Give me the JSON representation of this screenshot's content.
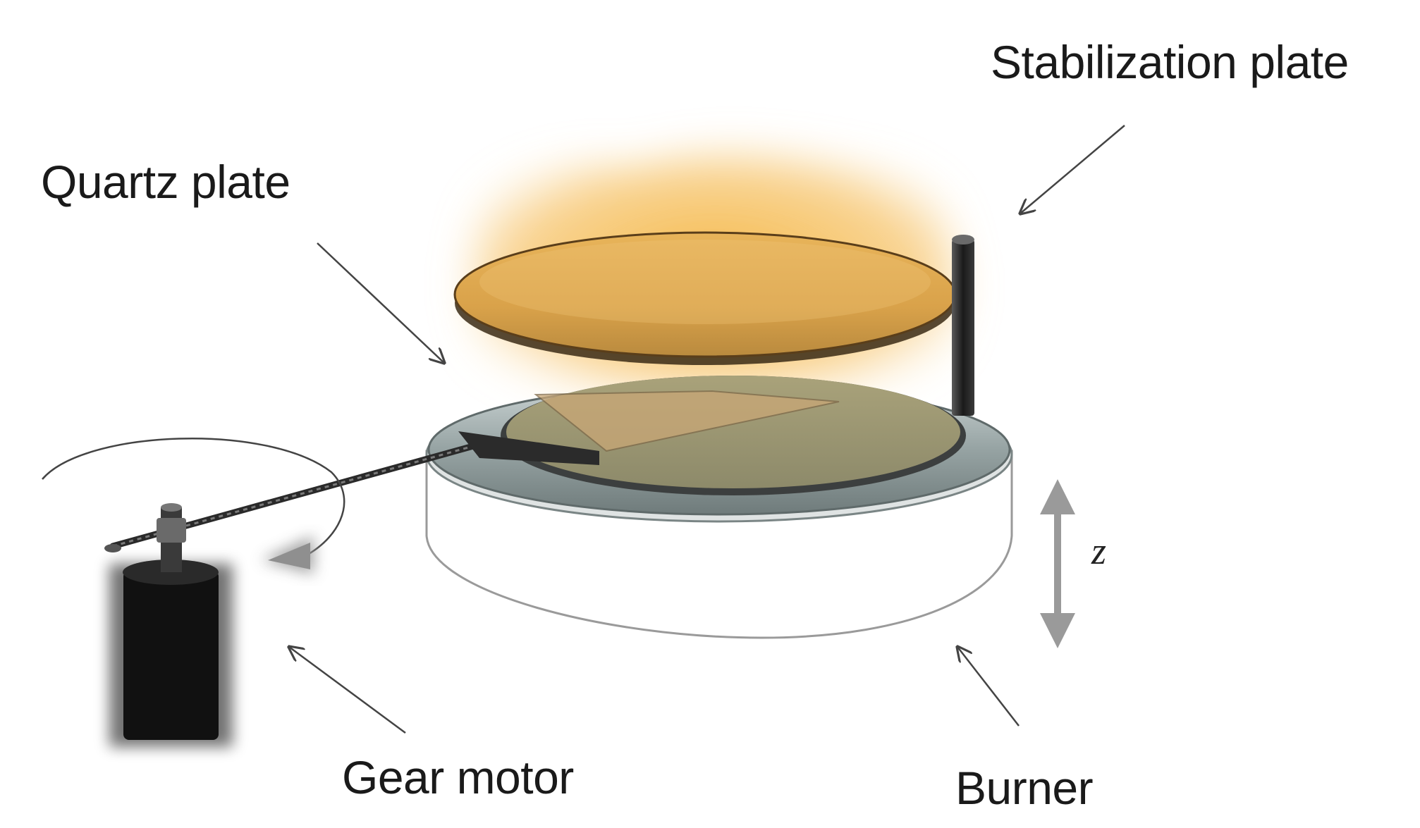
{
  "labels": {
    "stabilization_plate": "Stabilization plate",
    "quartz_plate": "Quartz plate",
    "gear_motor": "Gear motor",
    "burner": "Burner",
    "z_axis": "z"
  },
  "colors": {
    "flame": "#f2b542",
    "quartz_plate": "#d9a24a",
    "burner_ring": "#8f9a9a",
    "burner_body": "#ffffff",
    "motor": "#111111",
    "stabilization_rod": "#2a2a2a",
    "arrow_gray": "#9a9a9a",
    "leader_line": "#444444"
  }
}
